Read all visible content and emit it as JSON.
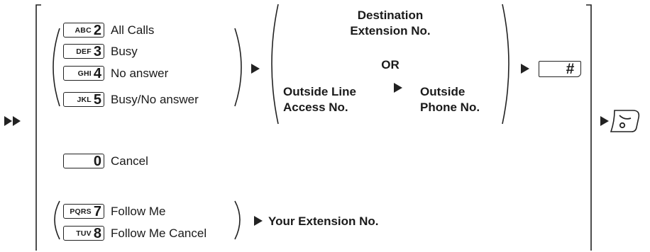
{
  "options": [
    {
      "letters": "ABC",
      "digit": "2",
      "label": "All Calls"
    },
    {
      "letters": "DEF",
      "digit": "3",
      "label": "Busy"
    },
    {
      "letters": "GHI",
      "digit": "4",
      "label": "No answer"
    },
    {
      "letters": "JKL",
      "digit": "5",
      "label": "Busy/No answer"
    }
  ],
  "destination": {
    "line1": "Destination",
    "line2": "Extension No.",
    "or": "OR",
    "outside_line_1": "Outside Line",
    "outside_line_2": "Access No.",
    "outside_phone_1": "Outside",
    "outside_phone_2": "Phone No."
  },
  "confirm_key": "#",
  "cancel": {
    "digit": "0",
    "label": "Cancel"
  },
  "follow": [
    {
      "letters": "PQRS",
      "digit": "7",
      "label": "Follow Me"
    },
    {
      "letters": "TUV",
      "digit": "8",
      "label": "Follow Me Cancel"
    }
  ],
  "your_extension": "Your Extension No.",
  "icons": [
    "play-arrow-icon",
    "double-arrow-icon",
    "hang-up-icon"
  ]
}
